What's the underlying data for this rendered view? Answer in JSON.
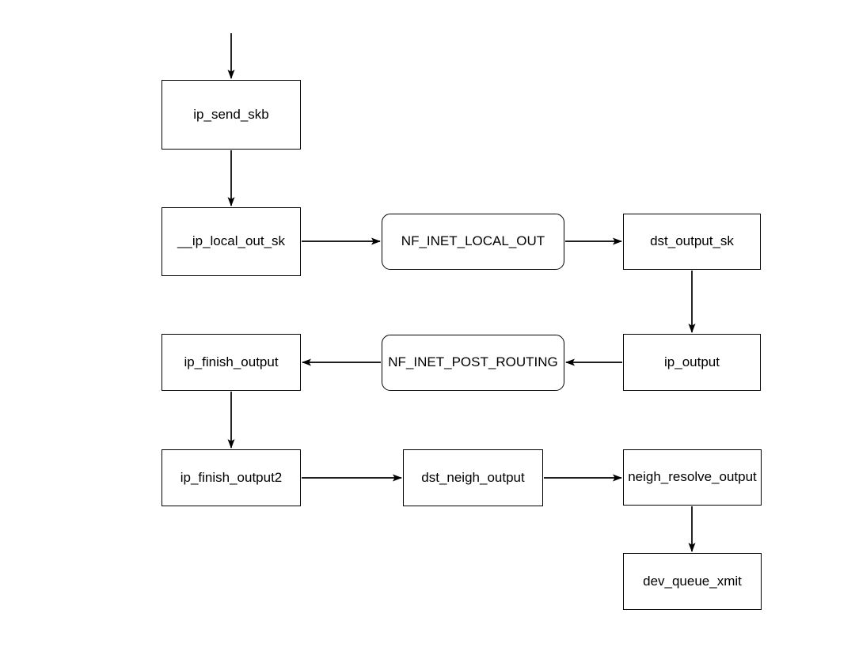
{
  "diagram": {
    "type": "flowchart",
    "background_color": "#ffffff",
    "node_fill_color": "#ffffff",
    "stroke_color": "#000000",
    "text_color": "#000000",
    "nodes": [
      {
        "id": "ip_send_skb",
        "label": "ip_send_skb",
        "shape": "rect"
      },
      {
        "id": "__ip_local_out_sk",
        "label": "__ip_local_out_sk",
        "shape": "rect"
      },
      {
        "id": "NF_INET_LOCAL_OUT",
        "label": "NF_INET_LOCAL_OUT",
        "shape": "rounded"
      },
      {
        "id": "dst_output_sk",
        "label": "dst_output_sk",
        "shape": "rect"
      },
      {
        "id": "ip_output",
        "label": "ip_output",
        "shape": "rect"
      },
      {
        "id": "NF_INET_POST_ROUTING",
        "label": "NF_INET_POST_ROUTING",
        "shape": "rounded"
      },
      {
        "id": "ip_finish_output",
        "label": "ip_finish_output",
        "shape": "rect"
      },
      {
        "id": "ip_finish_output2",
        "label": "ip_finish_output2",
        "shape": "rect"
      },
      {
        "id": "dst_neigh_output",
        "label": "dst_neigh_output",
        "shape": "rect"
      },
      {
        "id": "neigh_resolve_output",
        "label": "neigh_resolve_output",
        "shape": "rect"
      },
      {
        "id": "dev_queue_xmit",
        "label": "dev_queue_xmit",
        "shape": "rect"
      }
    ],
    "edges": [
      {
        "from": "",
        "to": "ip_send_skb",
        "direction": "down"
      },
      {
        "from": "ip_send_skb",
        "to": "__ip_local_out_sk",
        "direction": "down"
      },
      {
        "from": "__ip_local_out_sk",
        "to": "NF_INET_LOCAL_OUT",
        "direction": "right"
      },
      {
        "from": "NF_INET_LOCAL_OUT",
        "to": "dst_output_sk",
        "direction": "right"
      },
      {
        "from": "dst_output_sk",
        "to": "ip_output",
        "direction": "down"
      },
      {
        "from": "ip_output",
        "to": "NF_INET_POST_ROUTING",
        "direction": "left"
      },
      {
        "from": "NF_INET_POST_ROUTING",
        "to": "ip_finish_output",
        "direction": "left"
      },
      {
        "from": "ip_finish_output",
        "to": "ip_finish_output2",
        "direction": "down"
      },
      {
        "from": "ip_finish_output2",
        "to": "dst_neigh_output",
        "direction": "right"
      },
      {
        "from": "dst_neigh_output",
        "to": "neigh_resolve_output",
        "direction": "right"
      },
      {
        "from": "neigh_resolve_output",
        "to": "dev_queue_xmit",
        "direction": "down"
      }
    ]
  }
}
